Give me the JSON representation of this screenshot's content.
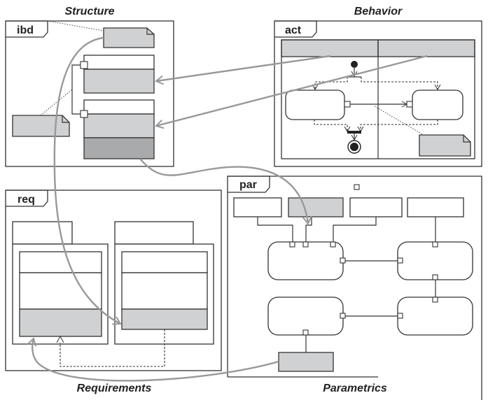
{
  "quadrants": {
    "structure": {
      "title": "Structure",
      "tag": "ibd"
    },
    "behavior": {
      "title": "Behavior",
      "tag": "act"
    },
    "requirements": {
      "title": "Requirements",
      "tag": "req"
    },
    "parametrics": {
      "title": "Parametrics",
      "tag": "par"
    }
  },
  "colors": {
    "highlight_fill": "#d0d1d2",
    "dark_fill": "#a9aaab",
    "trace_line": "#999999",
    "outline": "#333333"
  }
}
